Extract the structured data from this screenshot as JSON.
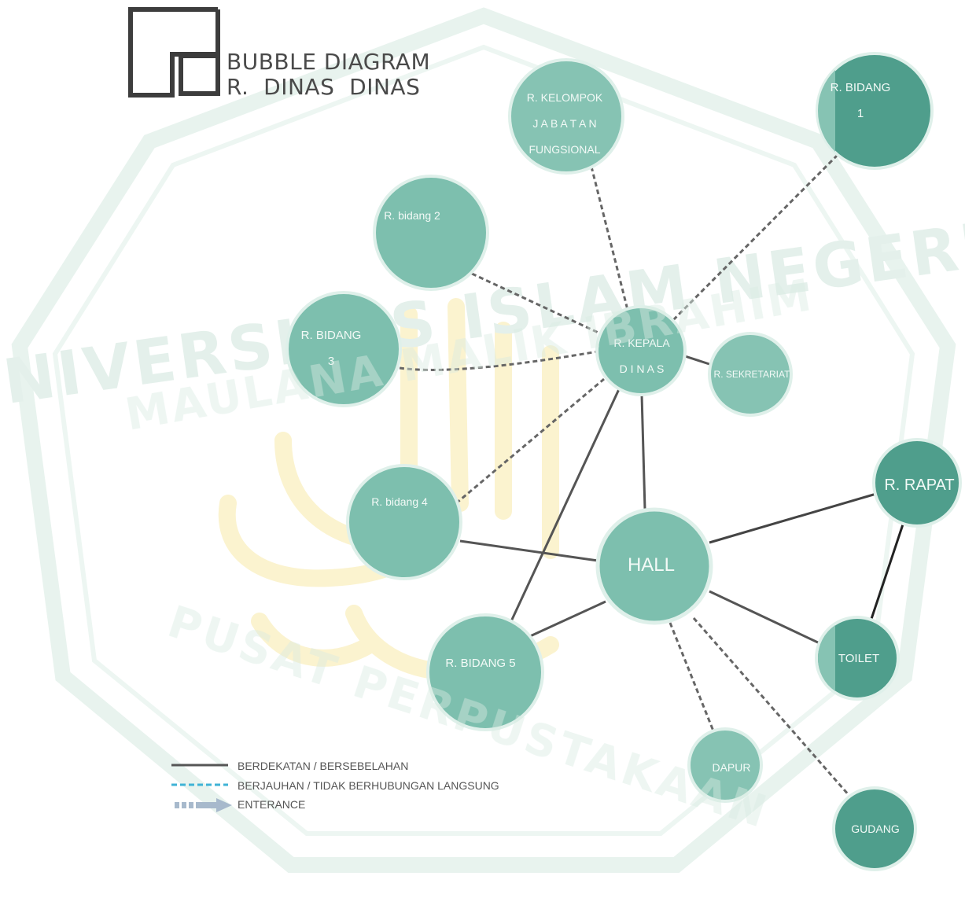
{
  "title": {
    "line1": "BUBBLE DIAGRAM",
    "line2": "R.  DINAS  DINAS"
  },
  "watermark": {
    "text_top": "UNIVERSITAS ISLAM NEGERI",
    "text_mid": "MAULANA MALIK IBRAHIM",
    "text_bottom": "PUSAT PERPUSTAKAAN"
  },
  "colors": {
    "bubble_light": "#7dbfae",
    "bubble_dark": "#4f9e8c",
    "bubble_ring": "#dff0ea",
    "solid_line": "#555555",
    "dashed_line": "#666666",
    "legend_dashed": "#3fb3d6",
    "entrance_arrow": "#a7b9cc",
    "watermark_green": "#e8f3ee",
    "watermark_yellow": "#fbf3cf"
  },
  "nodes": {
    "kelompok": {
      "lines": [
        "R. KELOMPOK",
        "J A B A T A N",
        "FUNGSIONAL"
      ]
    },
    "bidang1": {
      "lines": [
        "R. BIDANG",
        "1"
      ]
    },
    "bidang2": {
      "lines": [
        "R. bidang 2"
      ]
    },
    "bidang3": {
      "lines": [
        "R. BIDANG",
        "3"
      ]
    },
    "kepala": {
      "lines": [
        "R. KEPALA",
        "D I N A S"
      ]
    },
    "sekretariat": {
      "lines": [
        "R. SEKRETARIAT"
      ]
    },
    "bidang4": {
      "lines": [
        "R. bidang 4"
      ]
    },
    "hall": {
      "lines": [
        "HALL"
      ]
    },
    "rapat": {
      "lines": [
        "R. RAPAT"
      ]
    },
    "toilet": {
      "lines": [
        "TOILET"
      ]
    },
    "bidang5": {
      "lines": [
        "R. BIDANG 5"
      ]
    },
    "dapur": {
      "lines": [
        "DAPUR"
      ]
    },
    "gudang": {
      "lines": [
        "GUDANG"
      ]
    }
  },
  "legend": {
    "adjacent": "BERDEKATAN / BERSEBELAHAN",
    "far": "BERJAUHAN / TIDAK BERHUBUNGAN LANGSUNG",
    "entrance": "ENTERANCE"
  }
}
